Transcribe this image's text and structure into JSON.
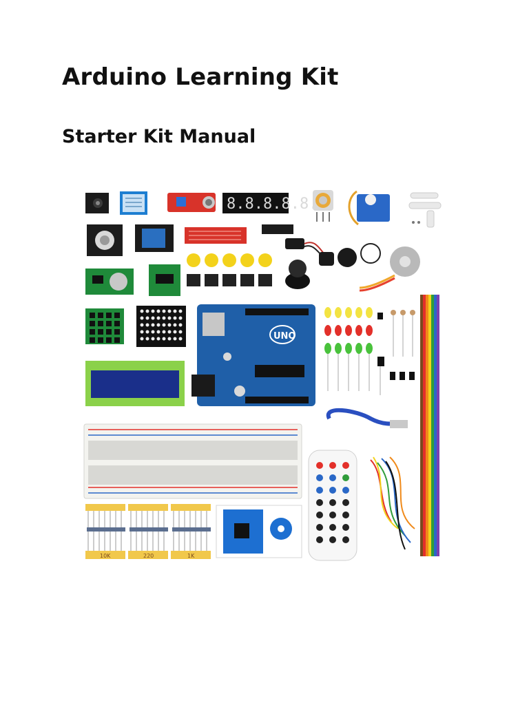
{
  "document": {
    "title": "Arduino Learning Kit",
    "subtitle": "Starter Kit Manual"
  },
  "product_image": {
    "board_label": "UNO",
    "resistor_labels": [
      "10K",
      "220",
      "1K"
    ],
    "seven_segment_text": "8.8.8.8.8.",
    "colors": {
      "board_blue": "#1f5fa8",
      "lcd_green": "#8bd14a",
      "lcd_screen": "#1a2f8a",
      "module_green": "#1f8a3a",
      "relay_blue": "#2a6fc0",
      "sensor_red": "#d8332a",
      "button_yellow": "#f3d21b",
      "resistor_strip": "#f1c84b"
    }
  }
}
